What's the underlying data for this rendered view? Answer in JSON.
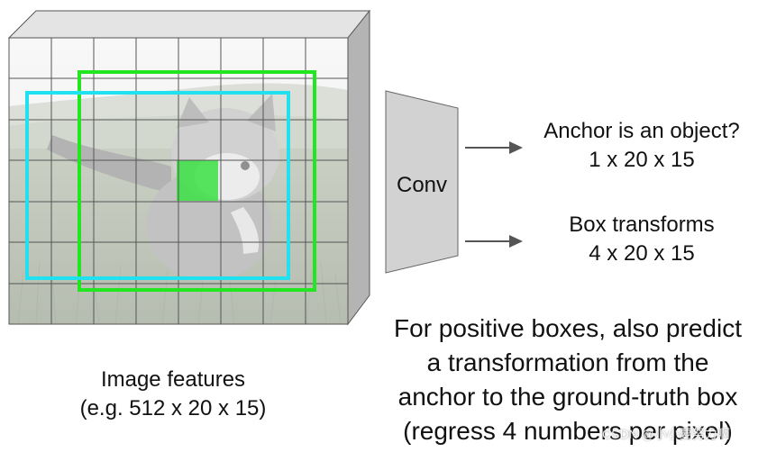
{
  "conv": {
    "label": "Conv"
  },
  "outputs": {
    "objectness": {
      "line1": "Anchor is an object?",
      "line2": "1 x 20 x 15"
    },
    "box": {
      "line1": "Box transforms",
      "line2": "4 x 20 x 15"
    }
  },
  "feature_caption": {
    "line1": "Image features",
    "line2": "(e.g. 512 x 20 x 15)"
  },
  "note": {
    "line1": "For positive boxes, also predict",
    "line2": "a transformation from the",
    "line3": "anchor to the ground-truth box",
    "line4": "(regress 4 numbers per pixel)"
  },
  "watermark": "CSDN @小小要努力啊",
  "colors": {
    "anchor_box": "#22e61f",
    "gt_box": "#21e1f1",
    "positive_cell": "#3be043",
    "block_side": "#b4b4b4",
    "conv_fill": "#d2d2d2"
  }
}
